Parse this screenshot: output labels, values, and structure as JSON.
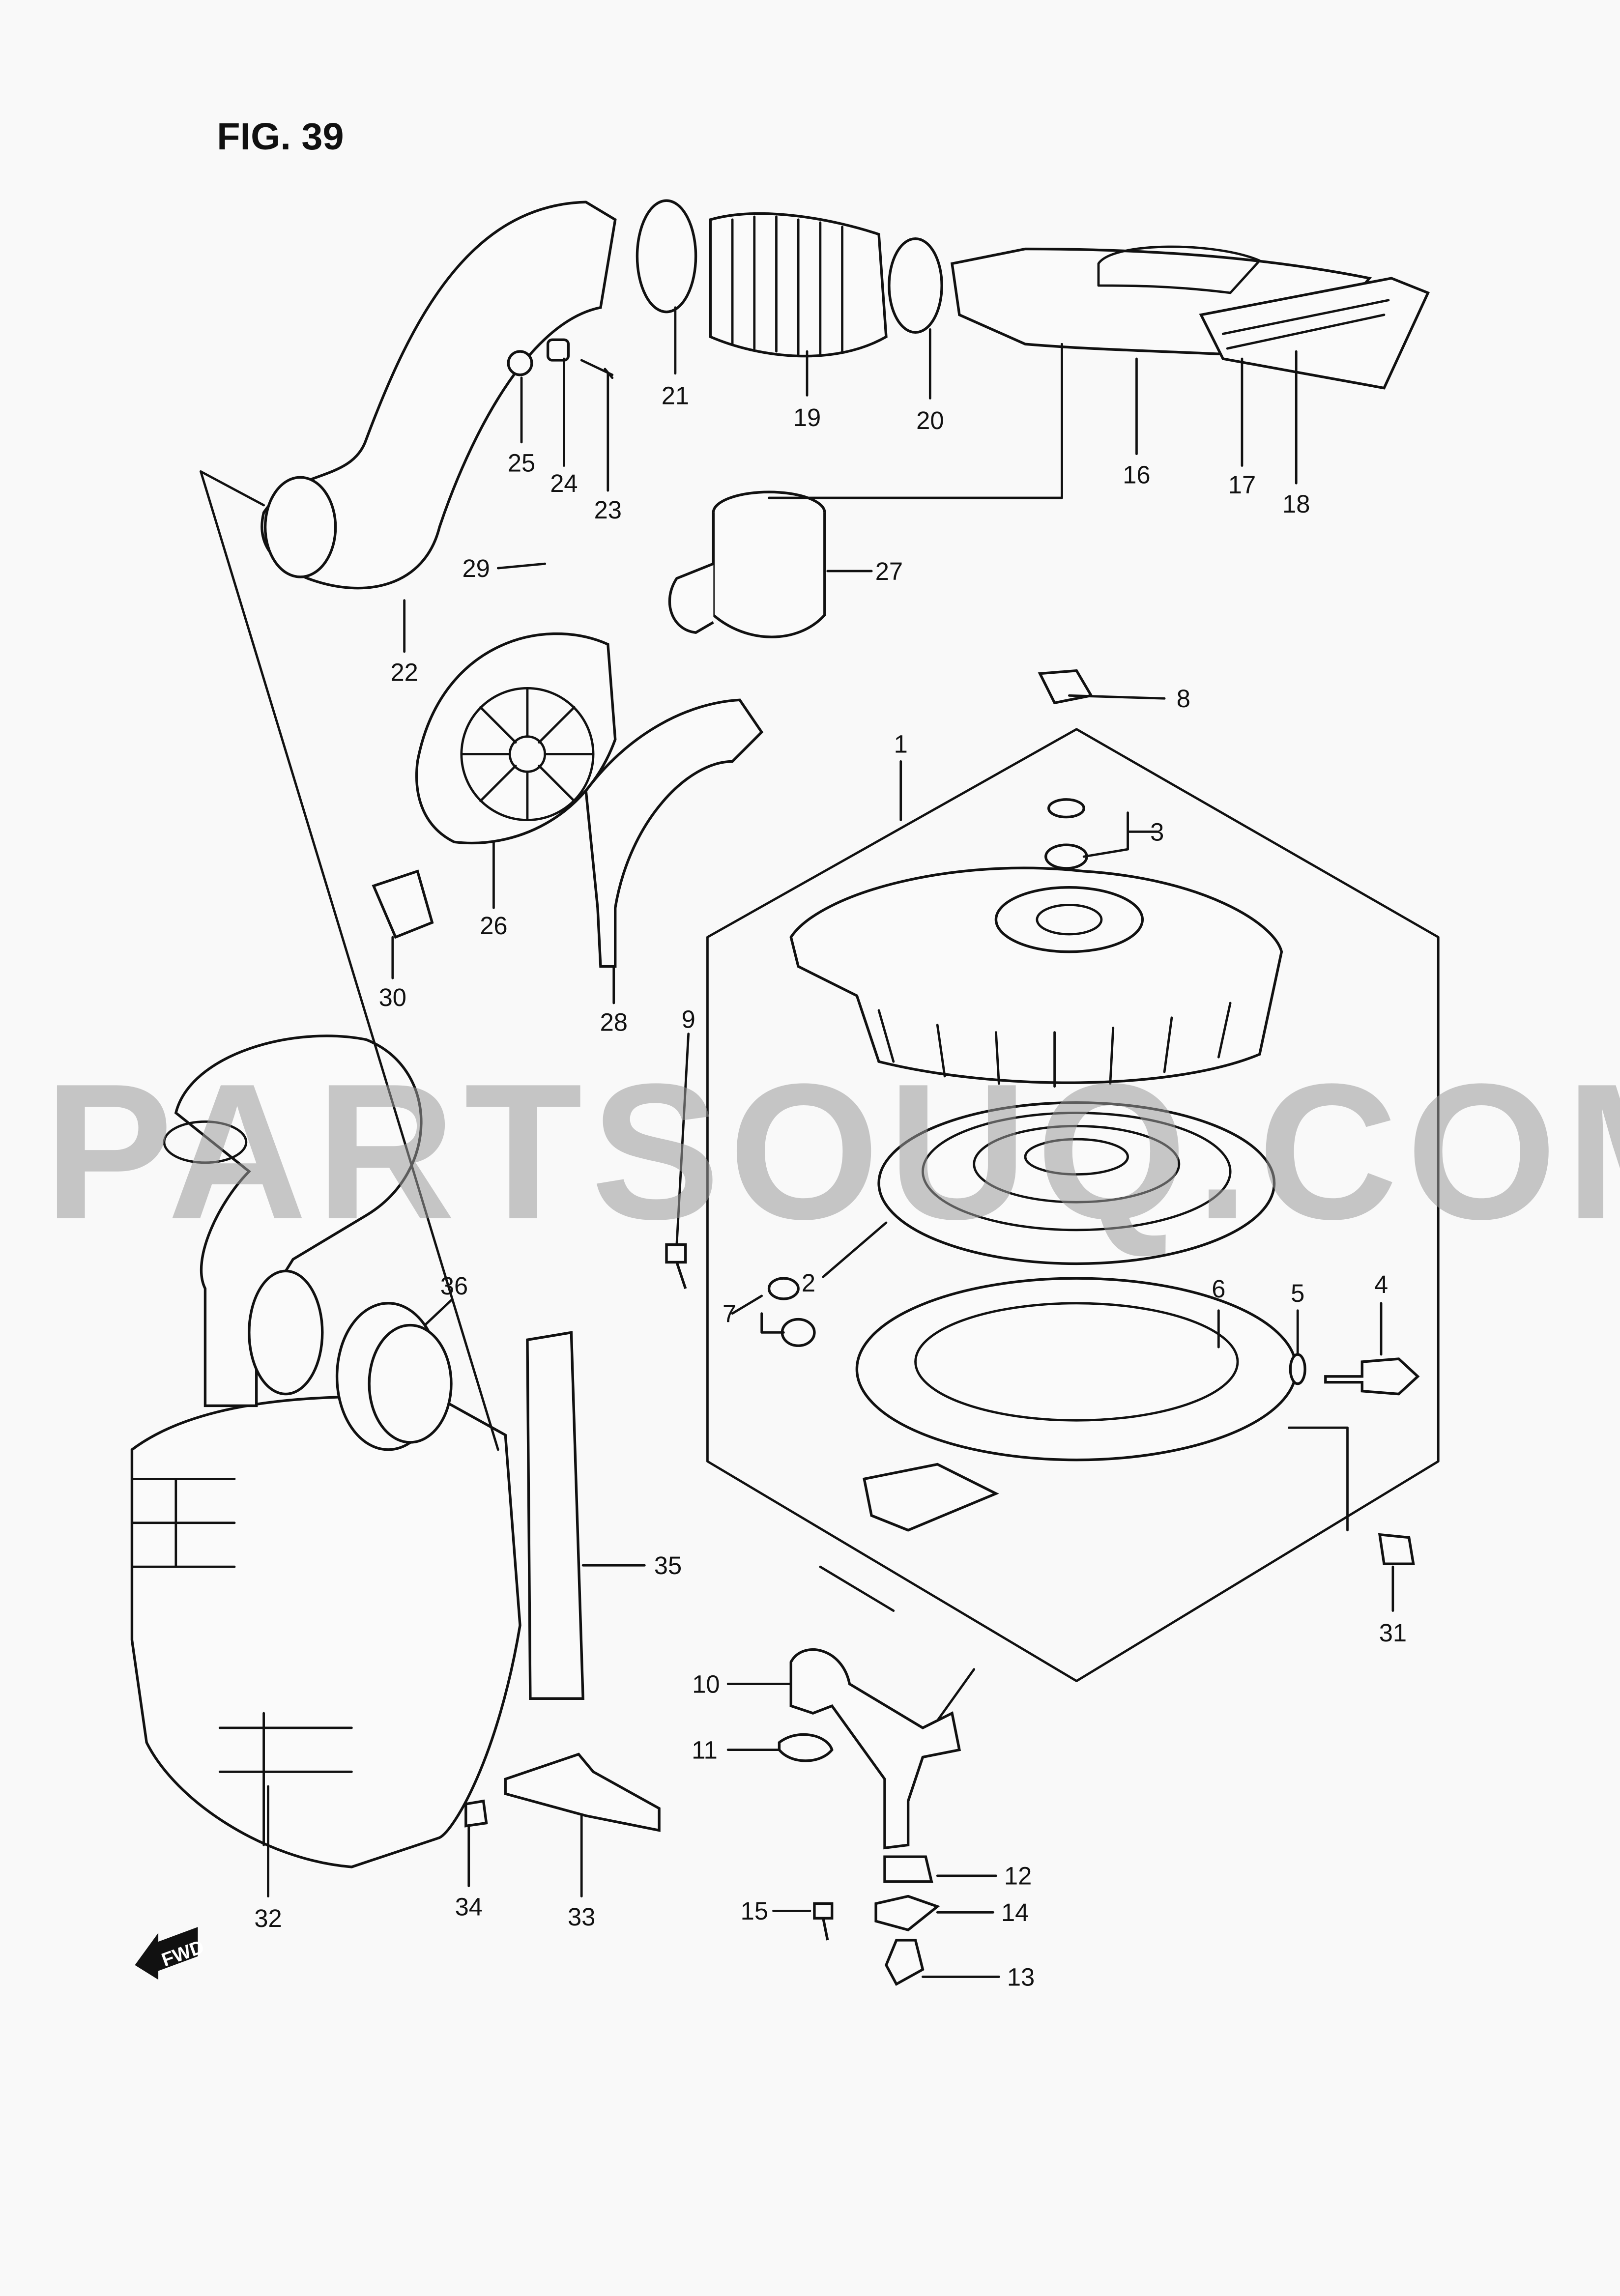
{
  "figure_title": "FIG. 39",
  "watermark": "PARTSOUQ.COM",
  "direction_marker": "FWD",
  "part_labels": {
    "p1": "1",
    "p2": "2",
    "p3": "3",
    "p4": "4",
    "p5": "5",
    "p6": "6",
    "p7": "7",
    "p8": "8",
    "p9": "9",
    "p10": "10",
    "p11": "11",
    "p12": "12",
    "p13": "13",
    "p14": "14",
    "p15": "15",
    "p16": "16",
    "p17": "17",
    "p18": "18",
    "p19": "19",
    "p20": "20",
    "p21": "21",
    "p22": "22",
    "p23": "23",
    "p24": "24",
    "p25": "25",
    "p26": "26",
    "p27": "27",
    "p28": "28",
    "p29": "29",
    "p30": "30",
    "p31": "31",
    "p32": "32",
    "p33": "33",
    "p34": "34",
    "p35": "35",
    "p36": "36"
  }
}
